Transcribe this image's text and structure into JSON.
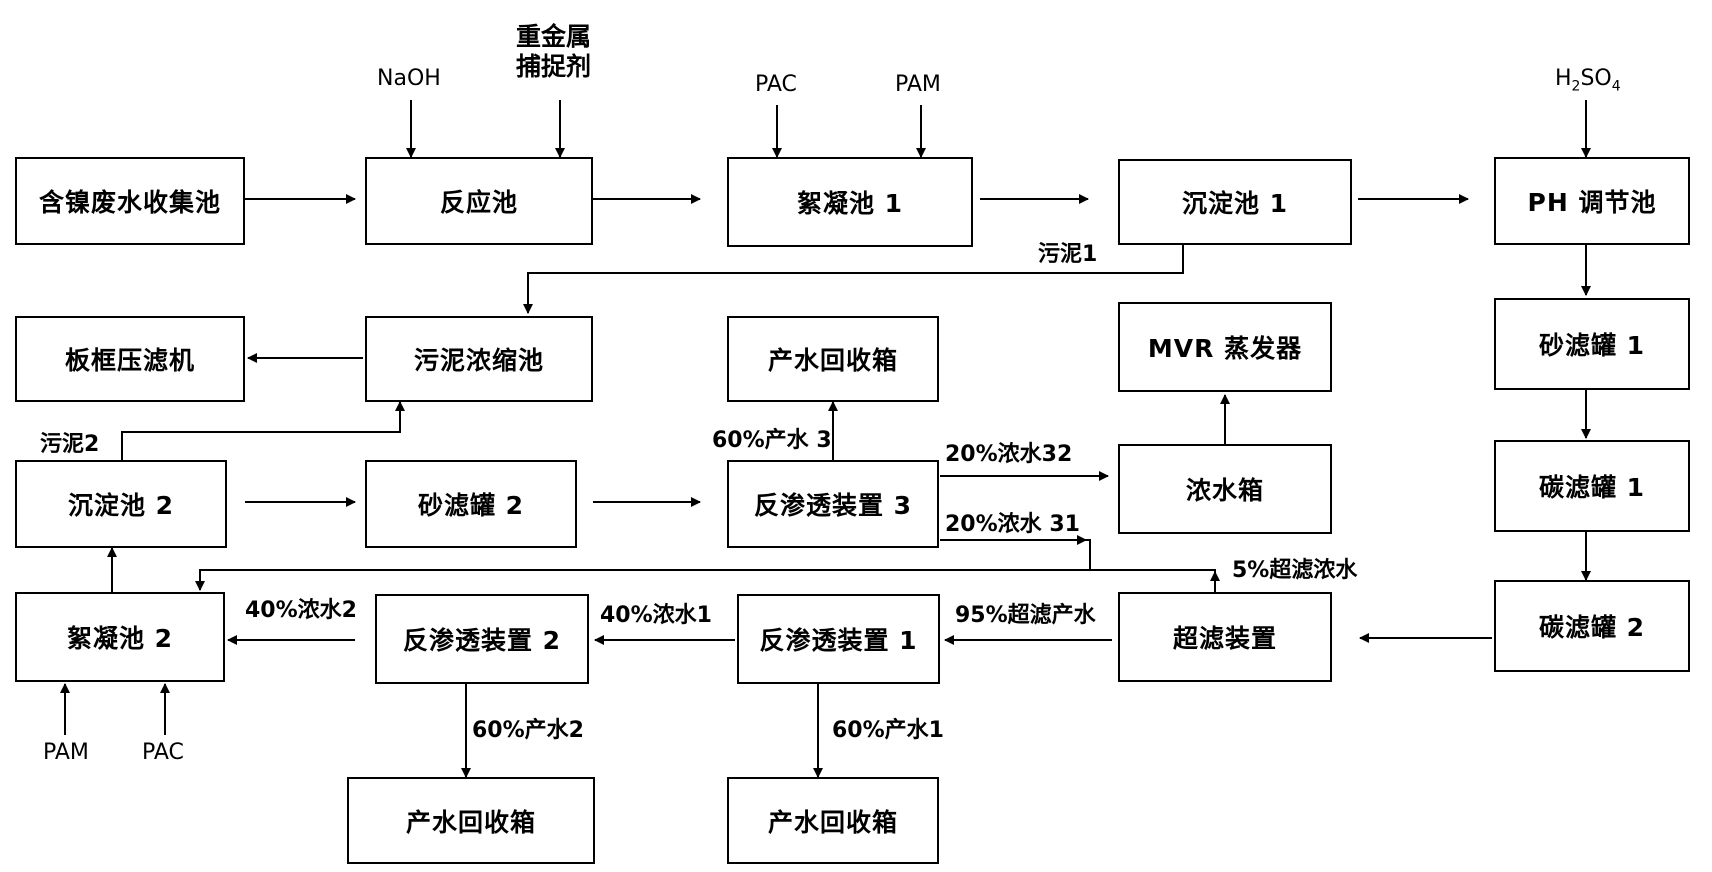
{
  "boxes": {
    "collect": "含镍废水收集池",
    "reaction": "反应池",
    "floc1": "絮凝池 1",
    "settle1": "沉淀池 1",
    "ph": "PH 调节池",
    "press": "板框压滤机",
    "thicken": "污泥浓缩池",
    "recovery_top": "产水回收箱",
    "mvr": "MVR 蒸发器",
    "sand1": "砂滤罐 1",
    "settle2": "沉淀池 2",
    "sand2": "砂滤罐 2",
    "ro3": "反渗透装置 3",
    "concentrate": "浓水箱",
    "carbon1": "碳滤罐 1",
    "floc2": "絮凝池 2",
    "ro2": "反渗透装置 2",
    "ro1": "反渗透装置 1",
    "uf": "超滤装置",
    "carbon2": "碳滤罐 2",
    "recovery_bl": "产水回收箱",
    "recovery_bm": "产水回收箱"
  },
  "labels": {
    "naoh": "NaOH",
    "capture_l1": "重金属",
    "capture_l2": "捕捉剂",
    "pac_top": "PAC",
    "pam_top": "PAM",
    "h2so4_h": "H",
    "h2so4_2": "2",
    "h2so4_so": "SO",
    "h2so4_4": "4",
    "sludge1": "污泥1",
    "sludge2": "污泥2",
    "product3": "60%产水 3",
    "conc32": "20%浓水32",
    "conc31": "20%浓水 31",
    "uf_conc": "5%超滤浓水",
    "conc2": "40%浓水2",
    "conc1": "40%浓水1",
    "uf_product": "95%超滤产水",
    "product2": "60%产水2",
    "product1": "60%产水1",
    "pam_bottom": "PAM",
    "pac_bottom": "PAC"
  }
}
